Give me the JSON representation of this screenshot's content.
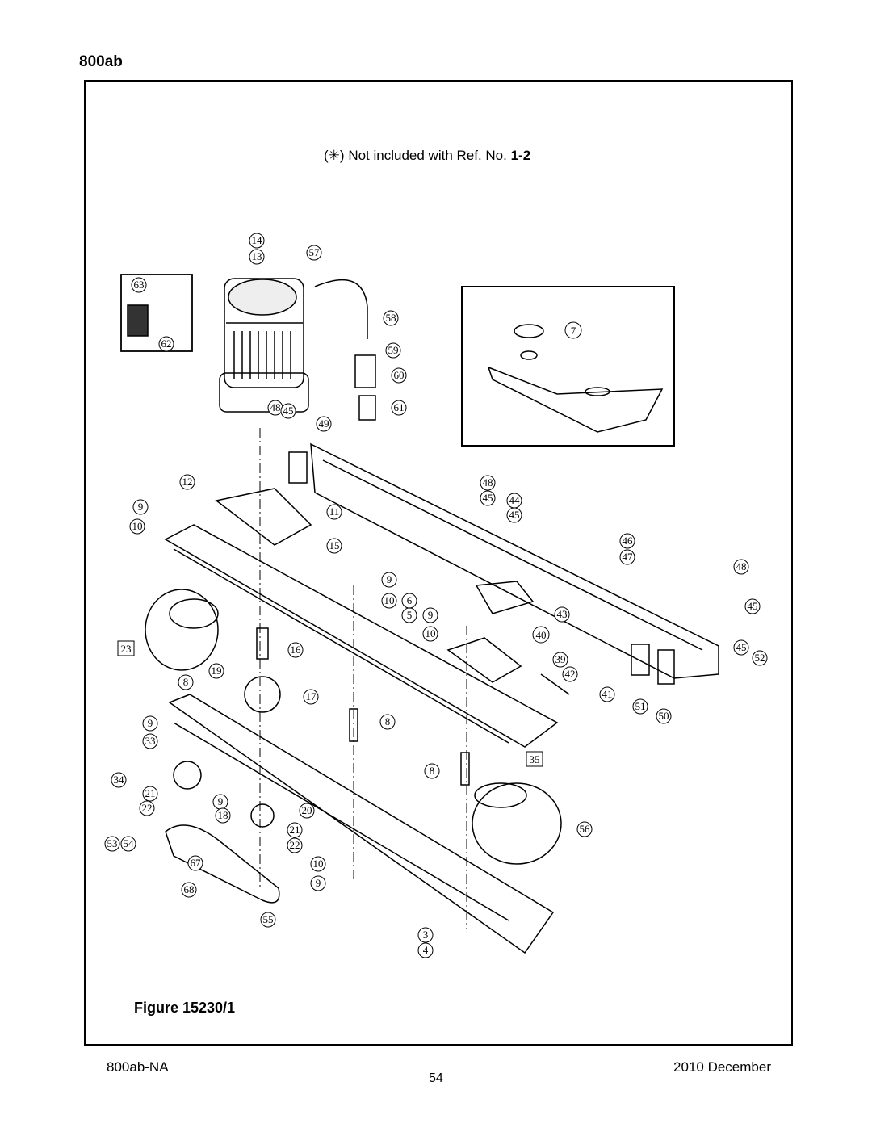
{
  "header": {
    "model": "800ab"
  },
  "note": {
    "symbol": "(✳)",
    "text": "Not included with Ref. No.",
    "ref": "1-2"
  },
  "figure": {
    "caption": "Figure 15230/1"
  },
  "footer": {
    "doc_id": "800ab-NA",
    "page": "54",
    "date": "2010 December"
  },
  "callouts": [
    "14",
    "13",
    "57",
    "63",
    "62",
    "58",
    "59",
    "60",
    "61",
    "7",
    "48",
    "45",
    "49",
    "12",
    "9",
    "10",
    "11",
    "15",
    "48",
    "45",
    "44",
    "45",
    "46",
    "47",
    "48",
    "45",
    "9",
    "10",
    "6",
    "5",
    "9",
    "10",
    "43",
    "40",
    "23",
    "16",
    "19",
    "8",
    "17",
    "39",
    "42",
    "41",
    "45",
    "52",
    "51",
    "50",
    "9",
    "33",
    "8",
    "34",
    "21",
    "9",
    "22",
    "18",
    "20",
    "21",
    "53",
    "54",
    "22",
    "67",
    "68",
    "55",
    "10",
    "9",
    "8",
    "35",
    "56",
    "3",
    "4"
  ]
}
